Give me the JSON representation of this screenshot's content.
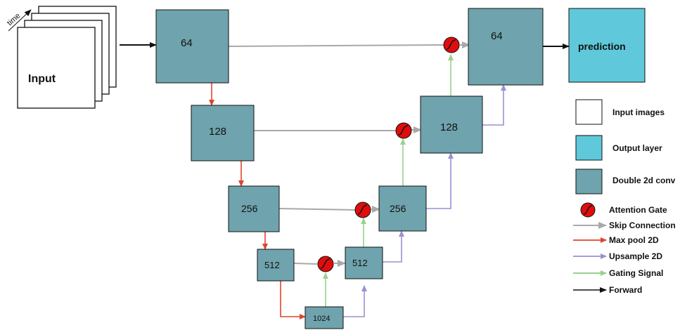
{
  "input_label": "Input",
  "time_label": "time",
  "blocks": {
    "enc64": "64",
    "enc128": "128",
    "enc256": "256",
    "enc512": "512",
    "bottleneck": "1024",
    "dec512": "512",
    "dec256": "256",
    "dec128": "128",
    "dec64": "64"
  },
  "output_label": "prediction",
  "legend": {
    "input_images": "Input images",
    "output_layer": "Output layer",
    "double_conv": "Double 2d conv",
    "attention_gate": "Attention Gate",
    "skip_connection": "Skip Connection",
    "max_pool": "Max pool 2D",
    "upsample": "Upsample 2D",
    "gating_signal": "Gating Signal",
    "forward": "Forward"
  },
  "colors": {
    "conv_block": "#6fa3ad",
    "output_block": "#5fc8da",
    "max_pool": "#e0442c",
    "upsample": "#9c90d0",
    "gating": "#98d28e",
    "skip": "#a9a9a9",
    "forward": "#111111",
    "attention_gate": "#e00d0d"
  }
}
